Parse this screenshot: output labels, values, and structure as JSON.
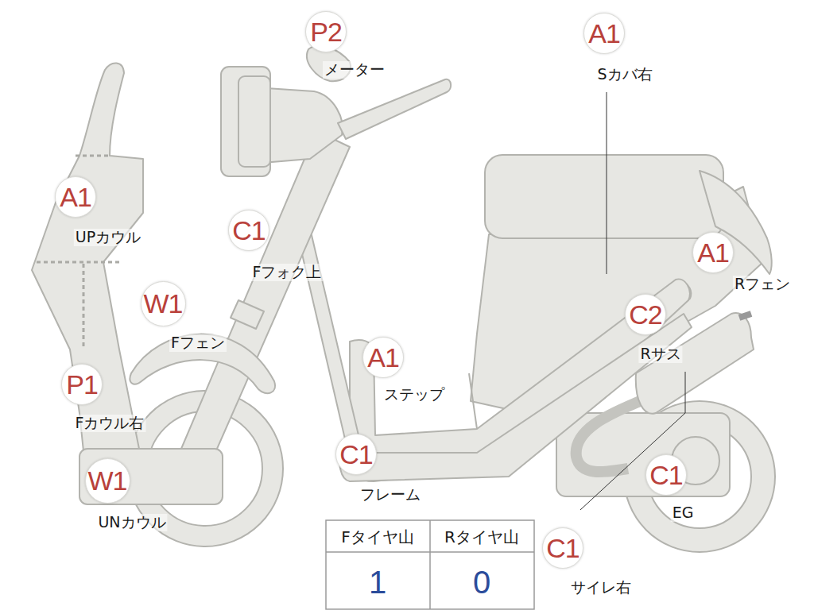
{
  "diagram": {
    "nodes": [
      {
        "text": [
          "P2",
          "メーター"
        ]
      },
      {
        "text": [
          "A1",
          "Sカバ右"
        ]
      },
      {
        "text": [
          "A1",
          "UPカウル"
        ]
      },
      {
        "text": [
          "C1",
          "Fフォク上"
        ]
      },
      {
        "text": [
          "A1",
          "Rフェン"
        ]
      },
      {
        "text": [
          "W1",
          "Fフェン"
        ]
      },
      {
        "text": [
          "C2",
          "Rサス"
        ]
      },
      {
        "text": [
          "A1",
          "ステップ"
        ]
      },
      {
        "text": [
          "P1",
          "Fカウル右"
        ]
      },
      {
        "text": [
          "C1",
          "フレーム"
        ]
      },
      {
        "text": [
          "W1",
          "UNカウル"
        ]
      },
      {
        "text": [
          "C1",
          "EG"
        ]
      },
      {
        "text": [
          "C1",
          "サイレ右"
        ]
      }
    ],
    "labels": [
      "Fタイヤ山",
      "Rタイヤ山",
      "1",
      "0"
    ]
  }
}
